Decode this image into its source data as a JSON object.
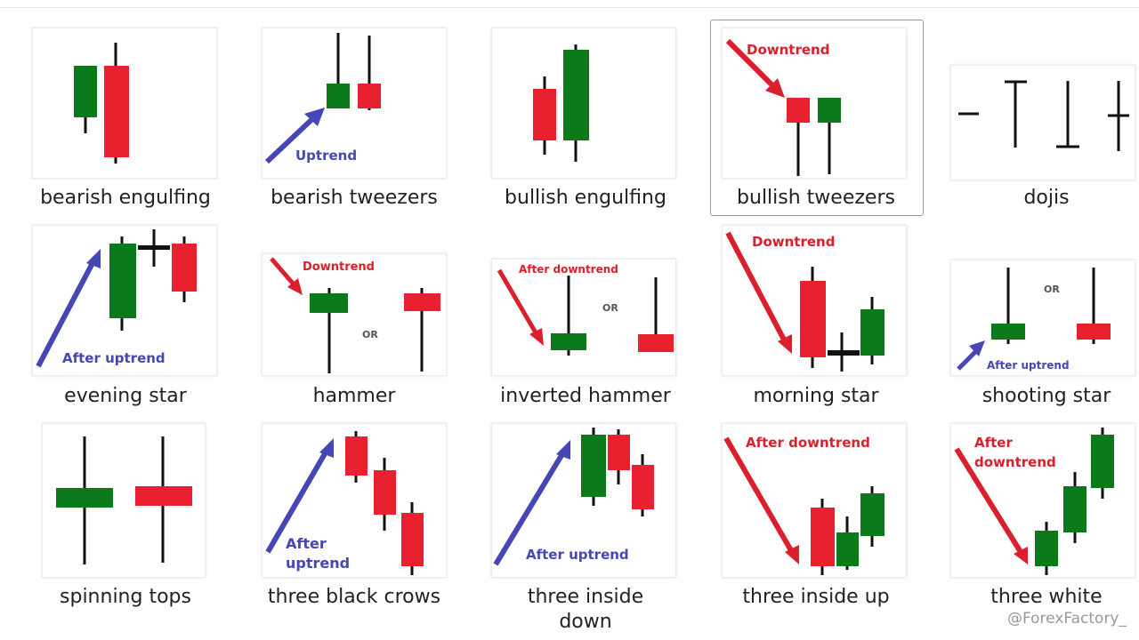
{
  "colors": {
    "bull": "#0b7a1b",
    "bear": "#e8202f",
    "wick": "#111111",
    "arrow_up": "#4646b4",
    "arrow_down": "#d9202c"
  },
  "patterns": [
    {
      "id": "bearish-engulfing",
      "label": "bearish engulfing"
    },
    {
      "id": "bearish-tweezers",
      "label": "bearish tweezers",
      "annotation": "Uptrend"
    },
    {
      "id": "bullish-engulfing",
      "label": "bullish engulfing"
    },
    {
      "id": "bullish-tweezers",
      "label": "bullish tweezers",
      "annotation": "Downtrend"
    },
    {
      "id": "dojis",
      "label": "dojis"
    },
    {
      "id": "evening-star",
      "label": "evening star",
      "annotation": "After uptrend"
    },
    {
      "id": "hammer",
      "label": "hammer",
      "annotation": "Downtrend",
      "or_text": "OR"
    },
    {
      "id": "inverted-hammer",
      "label": "inverted hammer",
      "annotation": "After downtrend",
      "or_text": "OR"
    },
    {
      "id": "morning-star",
      "label": "morning star",
      "annotation": "Downtrend"
    },
    {
      "id": "shooting-star",
      "label": "shooting star",
      "annotation": "After uptrend",
      "or_text": "OR"
    },
    {
      "id": "spinning-tops",
      "label": "spinning tops"
    },
    {
      "id": "three-black-crows",
      "label": "three black crows",
      "annotation_1": "After",
      "annotation_2": "uptrend"
    },
    {
      "id": "three-inside-down",
      "label_1": "three inside",
      "label_2": "down",
      "annotation": "After uptrend"
    },
    {
      "id": "three-inside-up",
      "label": "three inside up",
      "annotation": "After downtrend"
    },
    {
      "id": "three-white-soldiers",
      "label": "three white",
      "annotation_1": "After",
      "annotation_2": "downtrend"
    }
  ],
  "watermark": "@ForexFactory_"
}
